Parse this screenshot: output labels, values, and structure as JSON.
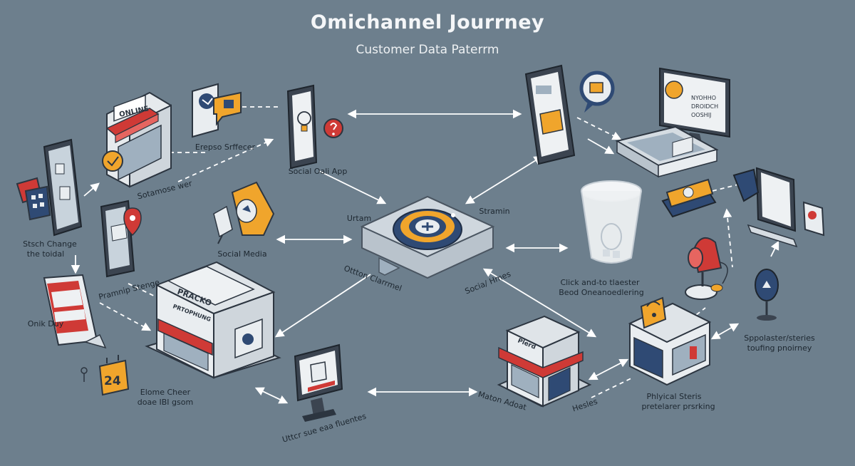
{
  "header": {
    "title": "Omichannel  Jourrney",
    "subtitle": "Customer Data Paterrm"
  },
  "labels": {
    "store_online": "ONLINE",
    "empso_sffecer": "Erepso Srffecer",
    "sotamoe": "Sotamose wer",
    "social_app": "Social Oali App",
    "stsch_change_1": "Stsch Change",
    "stsch_change_2": "the toidal",
    "pramnip": "Pramnip Stenge",
    "social_media": "Social Media",
    "urtam": "Urtam",
    "stramin": "Stramin",
    "ottton": "Ottton Clarrmel",
    "social_hmes": "Socia/ Hmes",
    "click_1": "Click and-to tlaester",
    "click_2": "Beod Oneanoedlering",
    "onik_duy": "Onik Duy",
    "calendar_num": "24",
    "store_sign_1": "PRACKO",
    "store_sign_2": "PRTOPHUNG",
    "elome_1": "Elome Cheer",
    "elome_2": "doae IBI gsom",
    "uttcr": "Uttcr sue eaa fluentes",
    "mation": "Maton Adoat",
    "hesles": "Hesles",
    "store2_sign": "Plerd",
    "phys_1": "Phlyical Steris",
    "phys_2": "pretelarer prsrking",
    "spr_1": "Sppolaster/steries",
    "spr_2": "toufing pnoirney",
    "monitor_text_1": "NYOHHO",
    "monitor_text_2": "DROIDCH",
    "monitor_text_3": "OOSHIJ"
  },
  "colors": {
    "background": "#6d7f8d",
    "accent_orange": "#f0a52c",
    "accent_red": "#cf3a36",
    "accent_navy": "#2f4a74",
    "device_dark": "#3b4450",
    "device_light": "#e9edf0",
    "arrow": "#ffffff"
  }
}
